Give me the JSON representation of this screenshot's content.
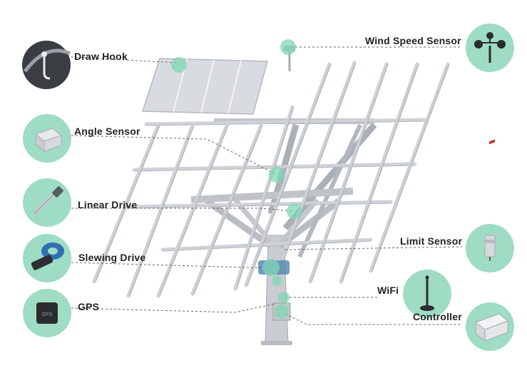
{
  "colors": {
    "badge": "#9edcc4",
    "marker": "#7fd6b4",
    "leader": "#666666",
    "steel": "#c9ccd0",
    "steelDark": "#a6abb1",
    "panel": "#d8dbe0",
    "label": "#222222"
  },
  "components": [
    {
      "id": "draw-hook",
      "label": "Draw Hook",
      "icon": "hook-icon"
    },
    {
      "id": "angle-sensor",
      "label": "Angle Sensor",
      "icon": "angle-sensor-icon"
    },
    {
      "id": "linear-drive",
      "label": "Linear Drive",
      "icon": "linear-drive-icon"
    },
    {
      "id": "slewing-drive",
      "label": "Slewing Drive",
      "icon": "slewing-drive-icon"
    },
    {
      "id": "gps",
      "label": "GPS",
      "icon": "gps-icon",
      "icon_text": "GPS"
    },
    {
      "id": "wind-sensor",
      "label": "Wind Speed Sensor",
      "icon": "anemometer-icon"
    },
    {
      "id": "limit-sensor",
      "label": "Limit Sensor",
      "icon": "limit-sensor-icon"
    },
    {
      "id": "wifi",
      "label": "WiFi",
      "icon": "wifi-antenna-icon"
    },
    {
      "id": "controller",
      "label": "Controller",
      "icon": "controller-box-icon"
    }
  ]
}
